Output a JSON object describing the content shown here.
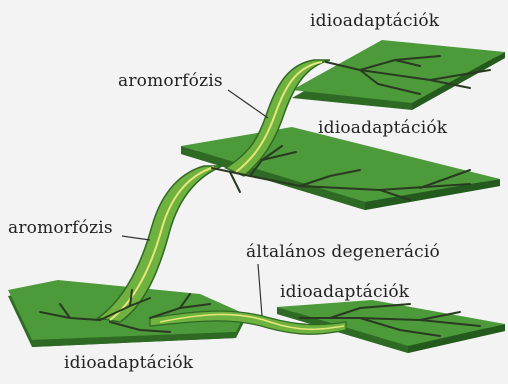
{
  "labels": {
    "top_idio": "idioadaptációk",
    "aromorf_upper": "aromorfózis",
    "middle_idio": "idioadaptációk",
    "aromorf_lower": "aromorfózis",
    "degeneration": "általános degeneráció",
    "right_idio": "idioadaptációk",
    "bottom_idio": "idioadaptációk"
  },
  "colors": {
    "plate_top": "#4c9a3a",
    "plate_side": "#2e6a24",
    "band": "#6fb23f",
    "band_highlight": "#e6e67a",
    "branch_line": "#2a3a22",
    "label_text": "#222222",
    "leader_line": "#333333",
    "background": "#f3f3f3"
  }
}
